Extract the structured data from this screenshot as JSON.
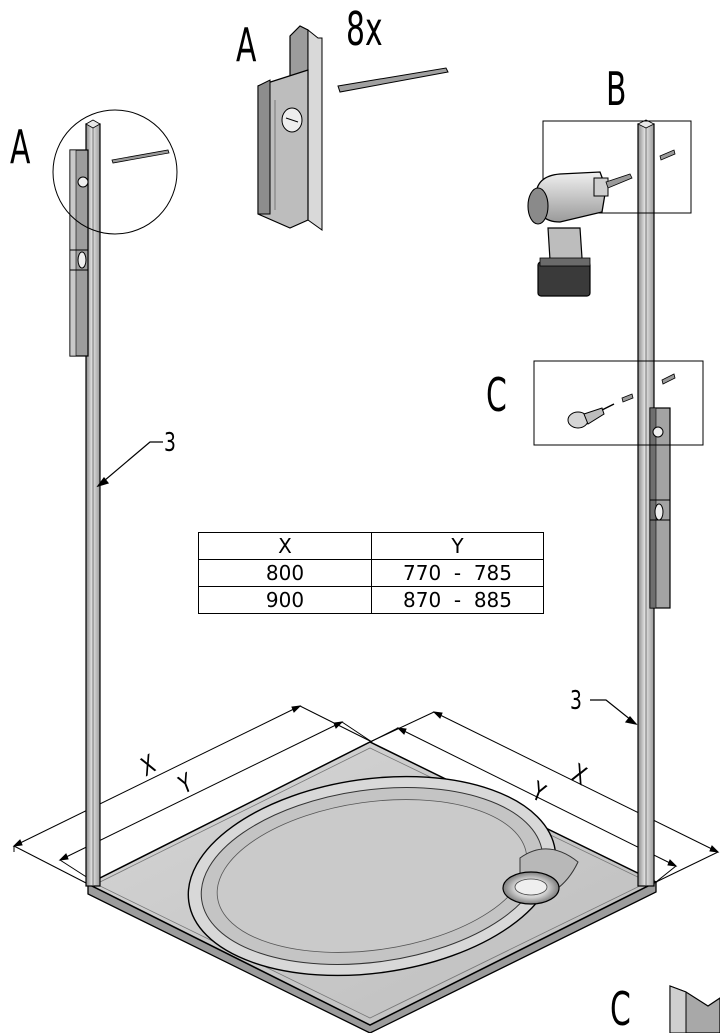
{
  "labels": {
    "detail_a_left": "A",
    "detail_a_top": "A",
    "quantity": "8x",
    "detail_b": "B",
    "detail_c_mid": "C",
    "detail_c_bottom": "C",
    "part_left": "3",
    "part_right": "3",
    "dim_x_left": "X",
    "dim_y_left": "Y",
    "dim_x_right": "X",
    "dim_y_right": "Y"
  },
  "dimension_table": {
    "headers": [
      "X",
      "Y"
    ],
    "rows": [
      [
        "800",
        "770  -  785"
      ],
      [
        "900",
        "870  -  885"
      ]
    ]
  },
  "colors": {
    "line": "#000000",
    "metal_light": "#d9d9d9",
    "metal_mid": "#a6a6a6",
    "metal_dark": "#6e6e6e",
    "tray_top": "#cfcfcf",
    "battery": "#3a3a3a"
  }
}
